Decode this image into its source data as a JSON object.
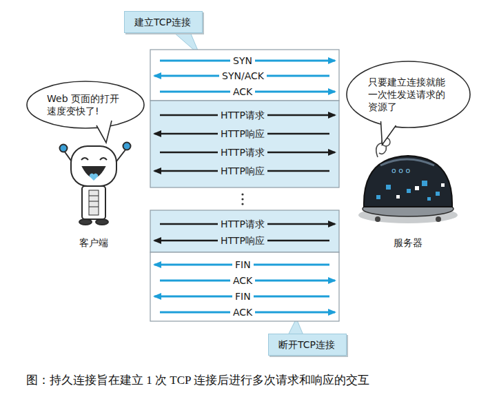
{
  "diagram": {
    "caption": "图：持久连接旨在建立 1 次 TCP 连接后进行多次请求和响应的交互",
    "nodes": [
      {
        "text": [
          "建立TCP连接"
        ]
      },
      {
        "text": [
          "Web 页面的打开 速度变快了!"
        ]
      },
      {
        "text": [
          "只要建立连接就能 一次性发送请求的 资源了"
        ]
      },
      {
        "text": [
          "断开TCP连接"
        ]
      }
    ],
    "labels": [
      "SYN",
      "SYN/ACK",
      "ACK",
      "HTTP请求",
      "HTTP响应",
      "HTTP请求",
      "HTTP响应",
      "HTTP请求",
      "HTTP响应",
      "FIN",
      "ACK",
      "FIN",
      "ACK",
      "客户端",
      "服务器"
    ]
  }
}
